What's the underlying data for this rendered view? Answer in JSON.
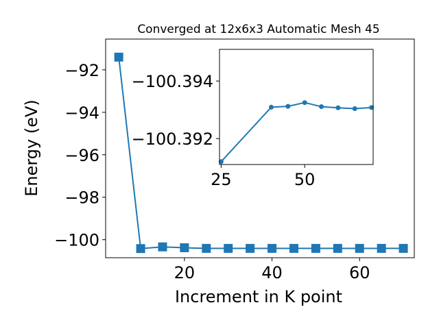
{
  "chart_data": [
    {
      "type": "line",
      "title": "Converged at 12x6x3 Automatic Mesh 45",
      "xlabel": "Increment in K point",
      "ylabel": "Energy (eV)",
      "xlim": [
        2,
        72.5
      ],
      "ylim": [
        -100.85,
        -90.55
      ],
      "xticks": [
        20,
        40,
        60
      ],
      "yticks": [
        -92,
        -94,
        -96,
        -98,
        -100
      ],
      "grid": false,
      "legend": "none",
      "marker": "square",
      "color": "#1f77b4",
      "series": [
        {
          "x": [
            5,
            10,
            15,
            20,
            25,
            30,
            35,
            40,
            45,
            50,
            55,
            60,
            65,
            70
          ],
          "y": [
            -91.4,
            -100.42,
            -100.34,
            -100.38,
            -100.41,
            -100.41,
            -100.41,
            -100.41,
            -100.41,
            -100.41,
            -100.41,
            -100.41,
            -100.41,
            -100.41
          ]
        }
      ]
    },
    {
      "type": "line",
      "title": "",
      "xlabel": "",
      "ylabel": "",
      "xlim": [
        24.5,
        70.5
      ],
      "ylim": [
        -100.3911,
        -100.3951
      ],
      "xticks": [
        25,
        50
      ],
      "yticks": [
        -100.394,
        -100.392
      ],
      "grid": false,
      "legend": "none",
      "marker": "circle",
      "color": "#1f77b4",
      "series": [
        {
          "x": [
            25,
            40,
            45,
            50,
            55,
            60,
            65,
            70
          ],
          "y": [
            -100.3912,
            -100.39309,
            -100.39312,
            -100.39325,
            -100.39311,
            -100.39307,
            -100.39304,
            -100.39308
          ]
        }
      ]
    }
  ]
}
